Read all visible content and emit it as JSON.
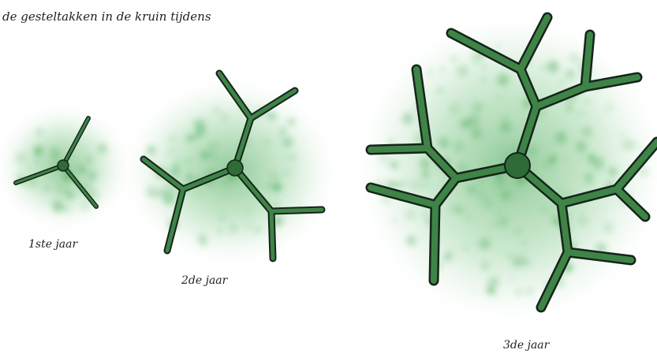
{
  "caption": "de gesteltakken in de kruin tijdens",
  "stages": [
    {
      "label": "1ste jaar"
    },
    {
      "label": "2de jaar"
    },
    {
      "label": "3de jaar"
    }
  ],
  "colors": {
    "foliage": "#2f9a3e",
    "branch_fill": "#3f8447",
    "branch_outline": "#15241a",
    "text": "#222222"
  }
}
